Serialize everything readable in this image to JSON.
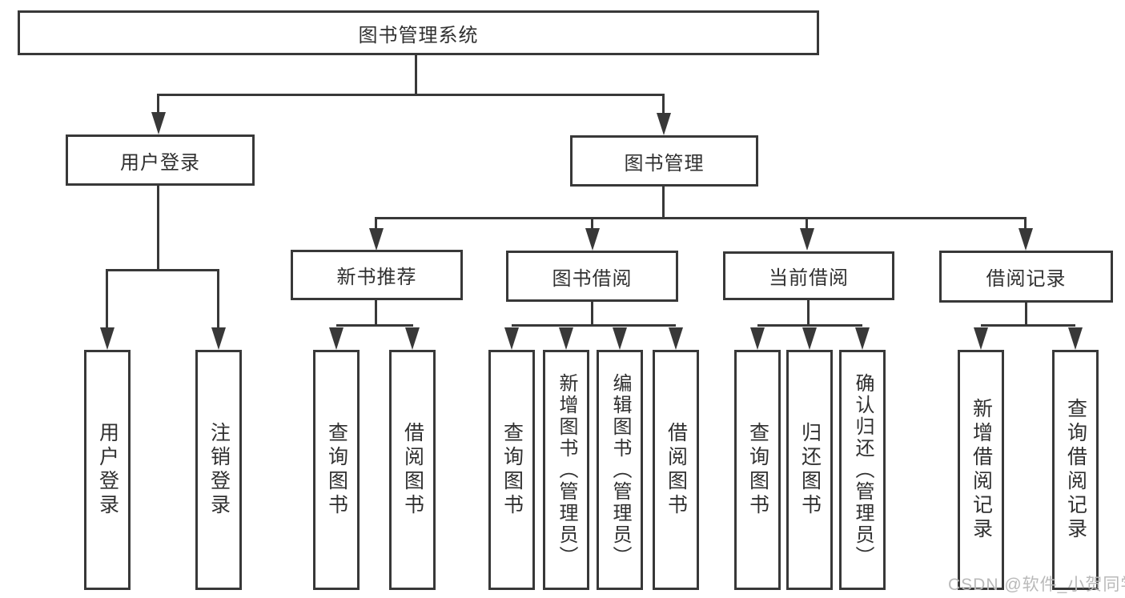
{
  "diagram": {
    "nodes": {
      "root": "图书管理系统",
      "user_login": "用户登录",
      "book_mgmt": "图书管理",
      "new_book_rec": "新书推荐",
      "book_borrow": "图书借阅",
      "current_borrow": "当前借阅",
      "borrow_records": "借阅记录",
      "leaf_user_login": "用户登录",
      "leaf_logout": "注销登录",
      "leaf_query_book_rec": "查询图书",
      "leaf_borrow_book_rec": "借阅图书",
      "leaf_query_book_borrow": "查询图书",
      "leaf_add_book_admin": "新增图书（管理员）",
      "leaf_edit_book_admin": "编辑图书（管理员）",
      "leaf_borrow_book_borrow": "借阅图书",
      "leaf_query_book_current": "查询图书",
      "leaf_return_book": "归还图书",
      "leaf_confirm_return_admin": "确认归还（管理员）",
      "leaf_add_borrow_record": "新增借阅记录",
      "leaf_query_borrow_record": "查询借阅记录"
    }
  },
  "watermark": "CSDN @软件_小贺同学",
  "colors": {
    "line": "#383838",
    "text": "#303030",
    "watermark": "#b9b9b9",
    "background": "#ffffff"
  }
}
